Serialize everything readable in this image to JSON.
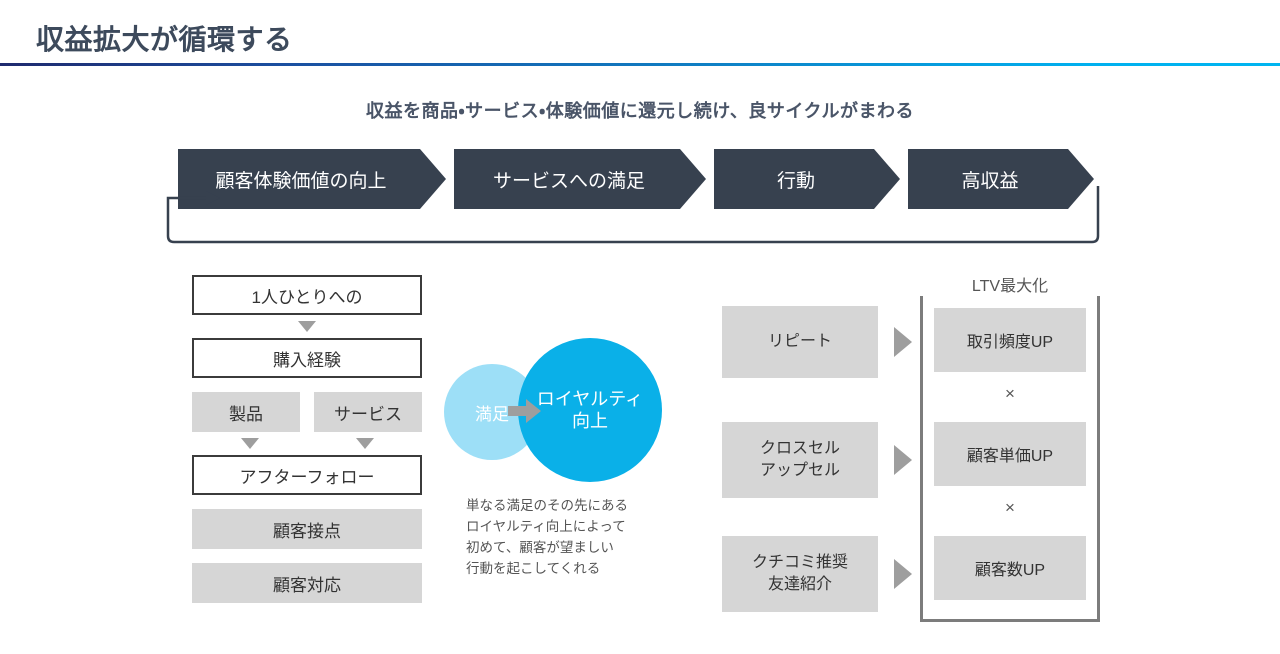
{
  "header": {
    "title": "収益拡大が循環する",
    "subtitle": "収益を商品・サービス・体験価値に還元し続け、良サイクルがまわる",
    "rule_gradient_from": "#1f2a6e",
    "rule_gradient_to": "#00b5f0"
  },
  "cycle": {
    "accent_color": "#37414f",
    "steps": [
      {
        "label": "顧客体験価値の向上"
      },
      {
        "label": "サービスへの満足"
      },
      {
        "label": "行動"
      },
      {
        "label": "高収益"
      }
    ]
  },
  "left_column": {
    "items": [
      {
        "label": "1人ひとりへの",
        "style": "outline"
      },
      {
        "label": "購入経験",
        "style": "outline"
      },
      {
        "label": "製品",
        "style": "gray"
      },
      {
        "label": "サービス",
        "style": "gray"
      },
      {
        "label": "アフターフォロー",
        "style": "outline"
      },
      {
        "label": "顧客接点",
        "style": "gray"
      },
      {
        "label": "顧客対応",
        "style": "gray"
      }
    ]
  },
  "center": {
    "small_circle": {
      "label": "満足",
      "color": "#9ddff7"
    },
    "large_circle": {
      "line1": "ロイヤルティ",
      "line2": "向上",
      "color": "#0ab0e8"
    },
    "caption": [
      "単なる満足のその先にある",
      "ロイヤルティ向上によって",
      "初めて、顧客が望ましい",
      "行動を起こしてくれる"
    ]
  },
  "right_section": {
    "drivers": [
      {
        "line1": "リピート",
        "line2": ""
      },
      {
        "line1": "クロスセル",
        "line2": "アップセル"
      },
      {
        "line1": "クチコミ推奨",
        "line2": "友達紹介"
      }
    ],
    "ltv": {
      "label": "LTV最大化",
      "metrics": [
        {
          "label": "取引頻度UP"
        },
        {
          "label": "顧客単価UP"
        },
        {
          "label": "顧客数UP"
        }
      ],
      "operators": [
        "×",
        "×"
      ]
    }
  }
}
